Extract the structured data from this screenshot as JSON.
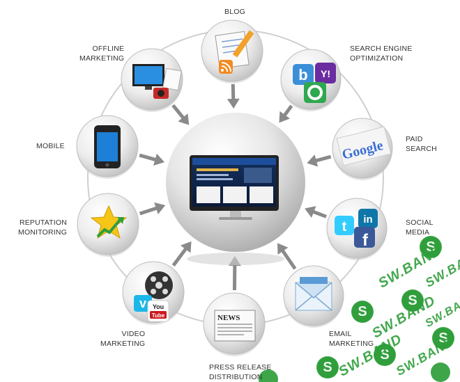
{
  "labels": {
    "blog": "BLOG",
    "seo": "SEARCH ENGINE\nOPTIMIZATION",
    "paid": "PAID\nSEARCH",
    "social": "SOCIAL\nMEDIA",
    "email": "EMAIL\nMARKETING",
    "press": "PRESS RELEASE\nDISTRIBUTION",
    "video": "VIDEO\nMARKETING",
    "reputation": "REPUTATION\nMONITORING",
    "mobile": "MOBILE",
    "offline": "OFFLINE\nMARKETING"
  },
  "icons": {
    "blog": "notepad-pencil-rss-icon",
    "seo": "bing-yahoo-google-icon",
    "paid": "google-logo-icon",
    "social": "twitter-linkedin-facebook-icon",
    "email": "envelope-icon",
    "press": "newspaper-icon",
    "video": "film-reel-vimeo-youtube-icon",
    "reputation": "star-trend-icon",
    "mobile": "smartphone-icon",
    "offline": "tv-camera-documents-icon",
    "hub": "monitor-website-icon"
  },
  "logo_text": {
    "google": "Google",
    "yahoo": "Y!",
    "bing": "b",
    "twitter": "t",
    "linkedin": "in",
    "facebook": "f",
    "news": "NEWS",
    "youtube": "You\nTube",
    "vimeo": "v"
  },
  "watermark": "SW.BAND",
  "watermark_letter": "S",
  "colors": {
    "arrow": "#8a8a8a",
    "ring": "#cfcfcf",
    "watermark": "#2e9e3a",
    "google_blue": "#3b6fd4",
    "facebook": "#3b5998",
    "twitter": "#33ccff",
    "linkedin": "#0e76a8",
    "youtube": "#cc181e",
    "yahoo": "#6a2ca0"
  }
}
